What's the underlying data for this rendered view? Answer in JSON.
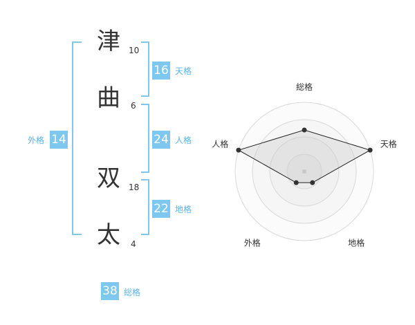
{
  "name_chars": [
    {
      "char": "津",
      "strokes": "10"
    },
    {
      "char": "曲",
      "strokes": "6"
    },
    {
      "char": "双",
      "strokes": "18"
    },
    {
      "char": "太",
      "strokes": "4"
    }
  ],
  "fortunes": {
    "tenkaku": {
      "value": "16",
      "label": "天格"
    },
    "jinkaku": {
      "value": "24",
      "label": "人格"
    },
    "chikaku": {
      "value": "22",
      "label": "地格"
    },
    "gaikaku": {
      "value": "14",
      "label": "外格"
    },
    "soukaku": {
      "value": "38",
      "label": "総格"
    }
  },
  "colors": {
    "accent": "#7ec8f0",
    "accent_text": "#58b4e6"
  },
  "chart_data": {
    "type": "radar",
    "axes": [
      "総格",
      "天格",
      "地格",
      "外格",
      "人格"
    ],
    "values": [
      0.6,
      1.0,
      0.2,
      0.2,
      1.0
    ],
    "range": [
      0,
      1
    ],
    "rings": 4,
    "grid": true
  }
}
